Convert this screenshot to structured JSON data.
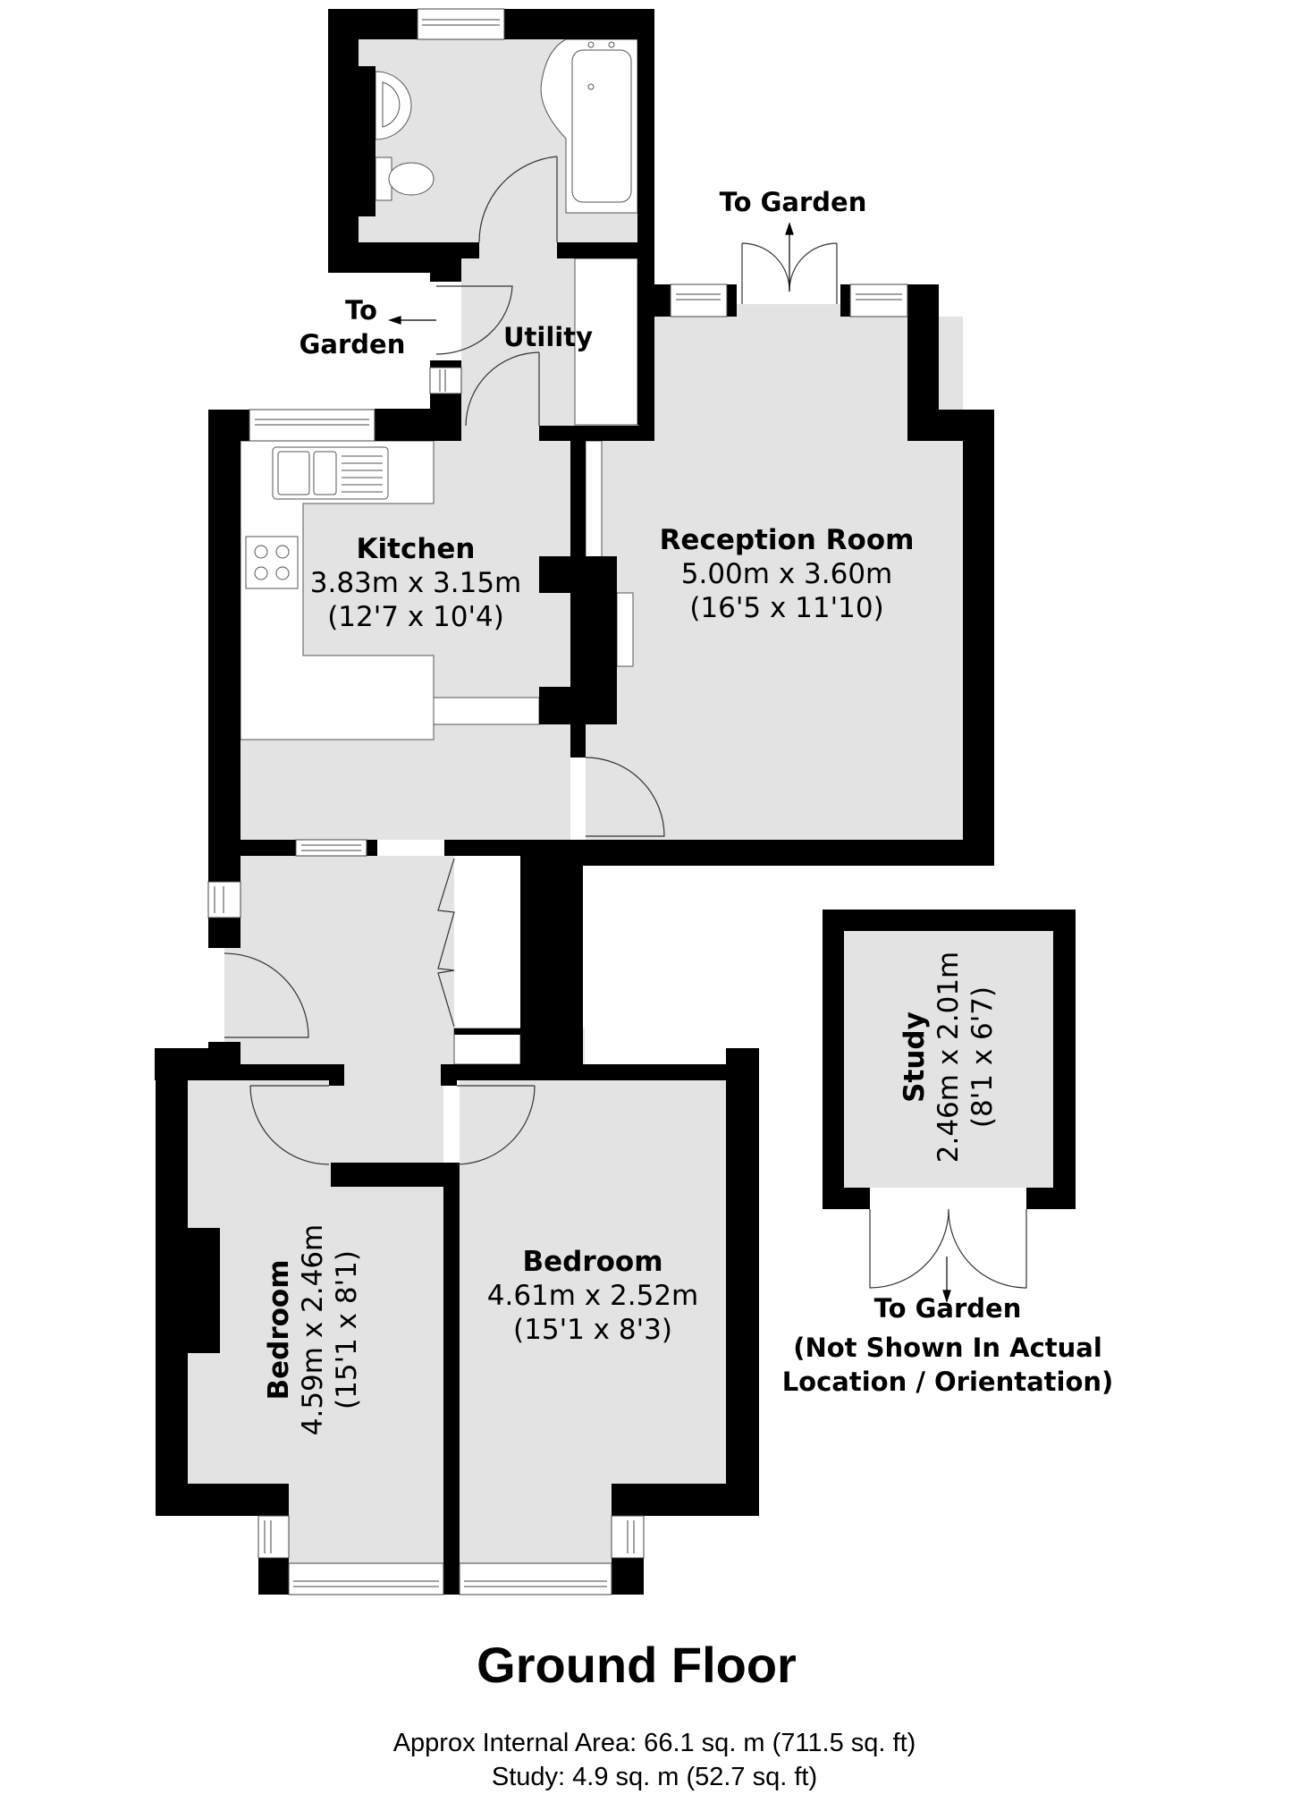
{
  "floor": {
    "title": "Ground Floor",
    "approx_area": "Approx Internal Area: 66.1 sq. m (711.5 sq. ft)",
    "study_area": "Study: 4.9 sq. m (52.7 sq. ft)"
  },
  "rooms": {
    "kitchen": {
      "name": "Kitchen",
      "metric": "3.83m x 3.15m",
      "imperial": "(12'7 x 10'4)"
    },
    "reception": {
      "name": "Reception Room",
      "metric": "5.00m x 3.60m",
      "imperial": "(16'5 x 11'10)"
    },
    "utility": {
      "name": "Utility"
    },
    "bedroom1": {
      "name": "Bedroom",
      "metric": "4.59m x 2.46m",
      "imperial": "(15'1 x 8'1)"
    },
    "bedroom2": {
      "name": "Bedroom",
      "metric": "4.61m x 2.52m",
      "imperial": "(15'1 x 8'3)"
    },
    "study": {
      "name": "Study",
      "metric": "2.46m x 2.01m",
      "imperial": "(8'1 x 6'7)"
    }
  },
  "annotations": {
    "to_garden_top": "To Garden",
    "to_garden_left_line1": "To",
    "to_garden_left_line2": "Garden",
    "to_garden_study": "To Garden",
    "study_note_line1": "(Not Shown In Actual",
    "study_note_line2": "Location / Orientation)"
  },
  "colors": {
    "wall": "#000000",
    "floor": "#e3e3e3",
    "fixture": "#ffffff",
    "line": "#555555"
  }
}
